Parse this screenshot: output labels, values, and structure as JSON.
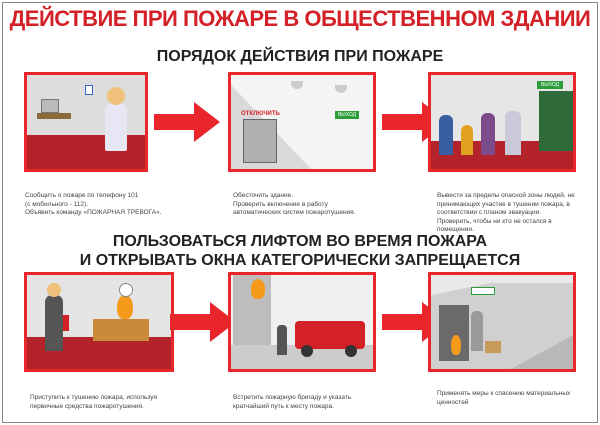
{
  "title": "ДЕЙСТВИЕ ПРИ ПОЖАРЕ В ОБЩЕСТВЕННОМ ЗДАНИИ",
  "subtitle": "ПОРЯДОК ДЕЙСТВИЯ ПРИ ПОЖАРЕ",
  "warning": [
    "ПОЛЬЗОВАТЬСЯ ЛИФТОМ ВО ВРЕМЯ ПОЖАРА",
    "И ОТКРЫВАТЬ ОКНА КАТЕГОРИЧЕСКИ ЗАПРЕЩАЕТСЯ"
  ],
  "colors": {
    "accent": "#e8262c",
    "floor": "#b5232a"
  },
  "steps": [
    {
      "caption": [
        "Сообщить о пожаре по телефону 101",
        "(с мобильного - 112).",
        "Объявить команду «ПОЖАРНАЯ ТРЕВОГА»."
      ]
    },
    {
      "caption": [
        "Обесточить здание.",
        "Проверить включение в работу",
        "автоматических систем пожаротушения."
      ],
      "panel_label": "ОТКЛЮЧИТЬ",
      "exit_sign": "ВЫХОД"
    },
    {
      "caption": [
        "Вывести за пределы опасной зоны людей, не",
        "принимающих участие в тушении пожара, в",
        "соответствии с планом эвакуации.",
        "Проверить, чтобы ни кто не остался в",
        "помещении."
      ],
      "exit_sign": "ВЫХОД"
    },
    {
      "caption": [
        "Приступить к тушению пожара, используя",
        "первичные средства пожаротушения."
      ]
    },
    {
      "caption": [
        "Встретить пожарную бригаду и указать",
        "кратчайший путь к месту пожара."
      ]
    },
    {
      "caption": [
        "Применять меры к спасению материальных",
        "ценностей"
      ]
    }
  ]
}
